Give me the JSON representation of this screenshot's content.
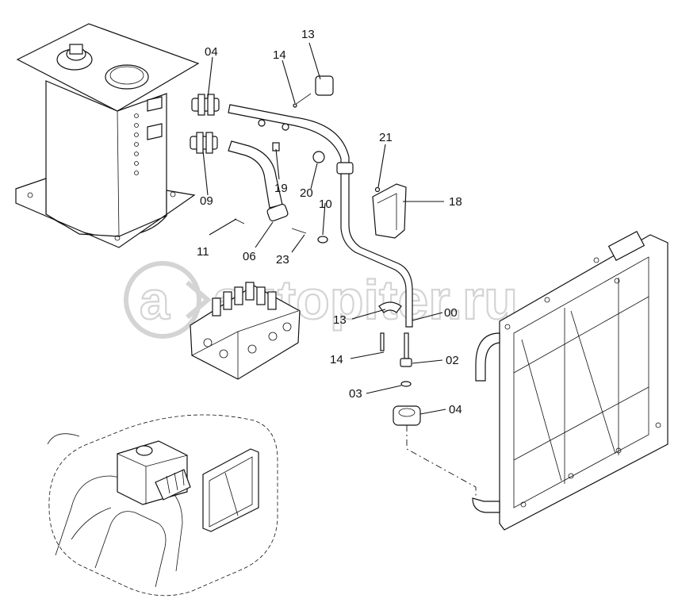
{
  "watermark": {
    "text": "autopiter.ru"
  },
  "callouts": [
    {
      "id": "13a",
      "label": "13"
    },
    {
      "id": "14a",
      "label": "14"
    },
    {
      "id": "04a",
      "label": "04"
    },
    {
      "id": "21",
      "label": "21"
    },
    {
      "id": "18",
      "label": "18"
    },
    {
      "id": "19",
      "label": "19"
    },
    {
      "id": "20",
      "label": "20"
    },
    {
      "id": "09",
      "label": "09"
    },
    {
      "id": "10",
      "label": "10"
    },
    {
      "id": "11",
      "label": "11"
    },
    {
      "id": "06",
      "label": "06"
    },
    {
      "id": "23",
      "label": "23"
    },
    {
      "id": "13b",
      "label": "13"
    },
    {
      "id": "00",
      "label": "00"
    },
    {
      "id": "14b",
      "label": "14"
    },
    {
      "id": "02",
      "label": "02"
    },
    {
      "id": "03",
      "label": "03"
    },
    {
      "id": "04b",
      "label": "04"
    }
  ]
}
